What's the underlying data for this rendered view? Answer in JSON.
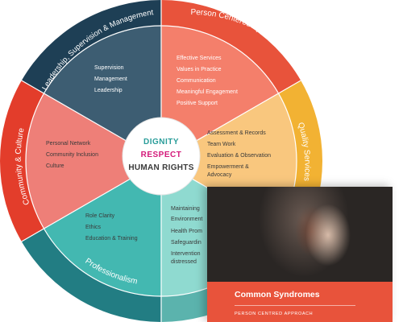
{
  "core": {
    "line1": "DIGNITY",
    "line2": "RESPECT",
    "line3": "HUMAN RIGHTS",
    "color1": "#2a9d9a",
    "color2": "#d4197a",
    "color3": "#3b3b3b"
  },
  "ring_labels": {
    "leadership": "Leadership, Supervision & Management",
    "person_centred": "Person Centered Approach",
    "quality": "Quality Services",
    "community": "Community & Culture",
    "professionalism": "Professionalism"
  },
  "segments": {
    "leadership": [
      "Supervision",
      "Management",
      "Leadership"
    ],
    "person_centred": [
      "Effective Services",
      "Values in Practice",
      "Communication",
      "Meaningful Engagement",
      "Positive Support"
    ],
    "quality": [
      "Assessment & Records",
      "Team Work",
      "Evaluation & Observation",
      "Empowerment &",
      "Advocacy"
    ],
    "community": [
      "Personal Network",
      "Community Inclusion",
      "Culture"
    ],
    "professionalism": [
      "Role Clarity",
      "Ethics",
      "Education & Training"
    ],
    "bottom_right": [
      "Maintaining",
      "Environment",
      "Health Prom",
      "Safeguardin",
      "Intervention",
      "distressed"
    ]
  },
  "colors": {
    "ring_leadership": "#1e3f55",
    "ring_person": "#e8533b",
    "ring_quality": "#f2b233",
    "ring_community": "#e33d2b",
    "ring_professional": "#227d83",
    "ring_bottom": "#5bb3ad",
    "seg_leadership": "#3d5d72",
    "seg_person": "#f47f6b",
    "seg_quality": "#f9c77e",
    "seg_community": "#ee7f78",
    "seg_professional": "#43b8b1",
    "seg_bottom": "#8fdad0"
  },
  "card": {
    "title": "Common Syndromes",
    "subtitle": "PERSON CENTRED APPROACH"
  }
}
